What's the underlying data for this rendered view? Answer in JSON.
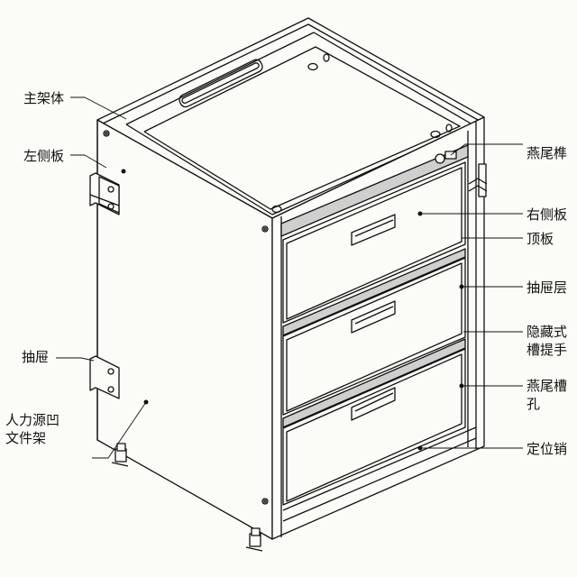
{
  "diagram": {
    "type": "exploded-annotated isometric drawing",
    "subject": "Three-drawer filing cabinet",
    "colors": {
      "background": "#fbfbf8",
      "line": "#111111",
      "shaded_strip": "#cfcfcf"
    },
    "labels": {
      "left": [
        {
          "id": "main-body",
          "text": "主架体"
        },
        {
          "id": "left-panel",
          "text": "左侧板"
        },
        {
          "id": "drawer",
          "text": "抽屉"
        },
        {
          "id": "ergonomic-rack",
          "text": "人力源凹文件架"
        }
      ],
      "right": [
        {
          "id": "dovetail-tenon",
          "text": "燕尾榫"
        },
        {
          "id": "right-panel",
          "text": "右侧板"
        },
        {
          "id": "top-panel",
          "text": "顶板"
        },
        {
          "id": "drawer-layer",
          "text": "抽屉层"
        },
        {
          "id": "hidden-handle",
          "text": "隐藏式槽提手"
        },
        {
          "id": "dovetail-slot",
          "text": "燕尾槽孔"
        },
        {
          "id": "locating-pin",
          "text": "定位销"
        }
      ]
    }
  }
}
